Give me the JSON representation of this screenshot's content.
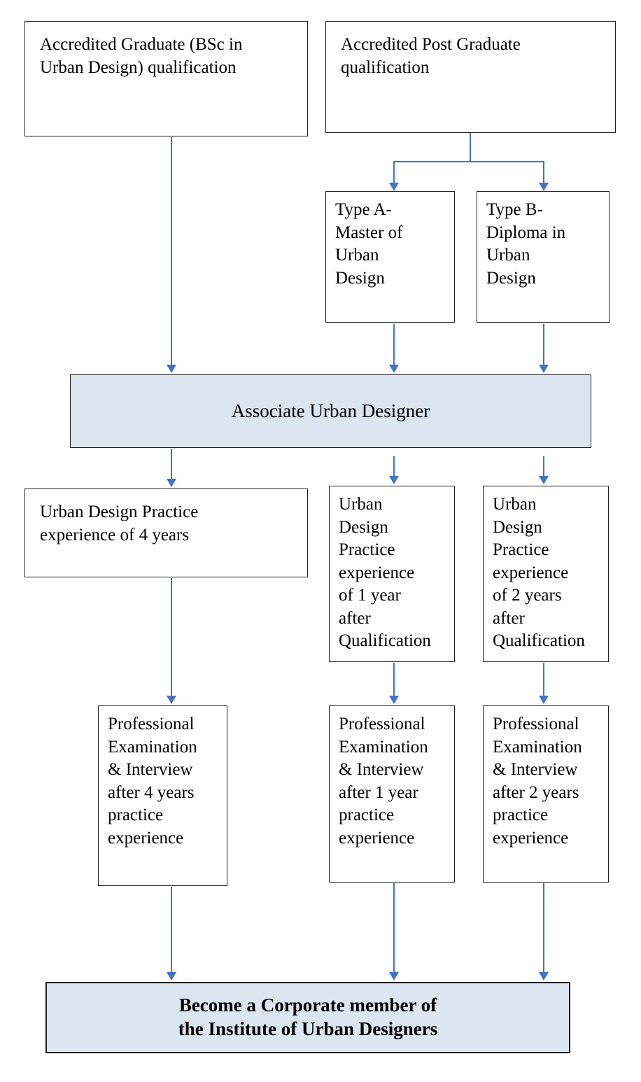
{
  "colors": {
    "arrow": "#4472c4",
    "box_fill": "#dce6f1",
    "border": "#1f1f1f"
  },
  "nodes": {
    "grad": {
      "label": "Accredited Graduate (BSc in\nUrban Design) qualification"
    },
    "postgrad": {
      "label": "Accredited Post Graduate\nqualification"
    },
    "type_a": {
      "label": "Type A-\nMaster of\nUrban\nDesign"
    },
    "type_b": {
      "label": "Type B-\nDiploma in\nUrban\nDesign"
    },
    "associate": {
      "label": "Associate Urban Designer"
    },
    "exp4": {
      "label": "Urban Design Practice\nexperience of 4 years"
    },
    "exp1": {
      "label": "Urban\nDesign\nPractice\nexperience\nof 1 year\nafter\nQualification"
    },
    "exp2": {
      "label": "Urban\nDesign\nPractice\nexperience\nof 2 years\nafter\nQualification"
    },
    "exam4": {
      "label": "Professional\nExamination\n& Interview\nafter 4 years\npractice\nexperience"
    },
    "exam1": {
      "label": "Professional\nExamination\n& Interview\nafter 1 year\npractice\nexperience"
    },
    "exam2": {
      "label": "Professional\nExamination\n& Interview\nafter 2 years\npractice\nexperience"
    },
    "corporate": {
      "label": "Become a Corporate member of\nthe Institute of Urban Designers"
    }
  }
}
